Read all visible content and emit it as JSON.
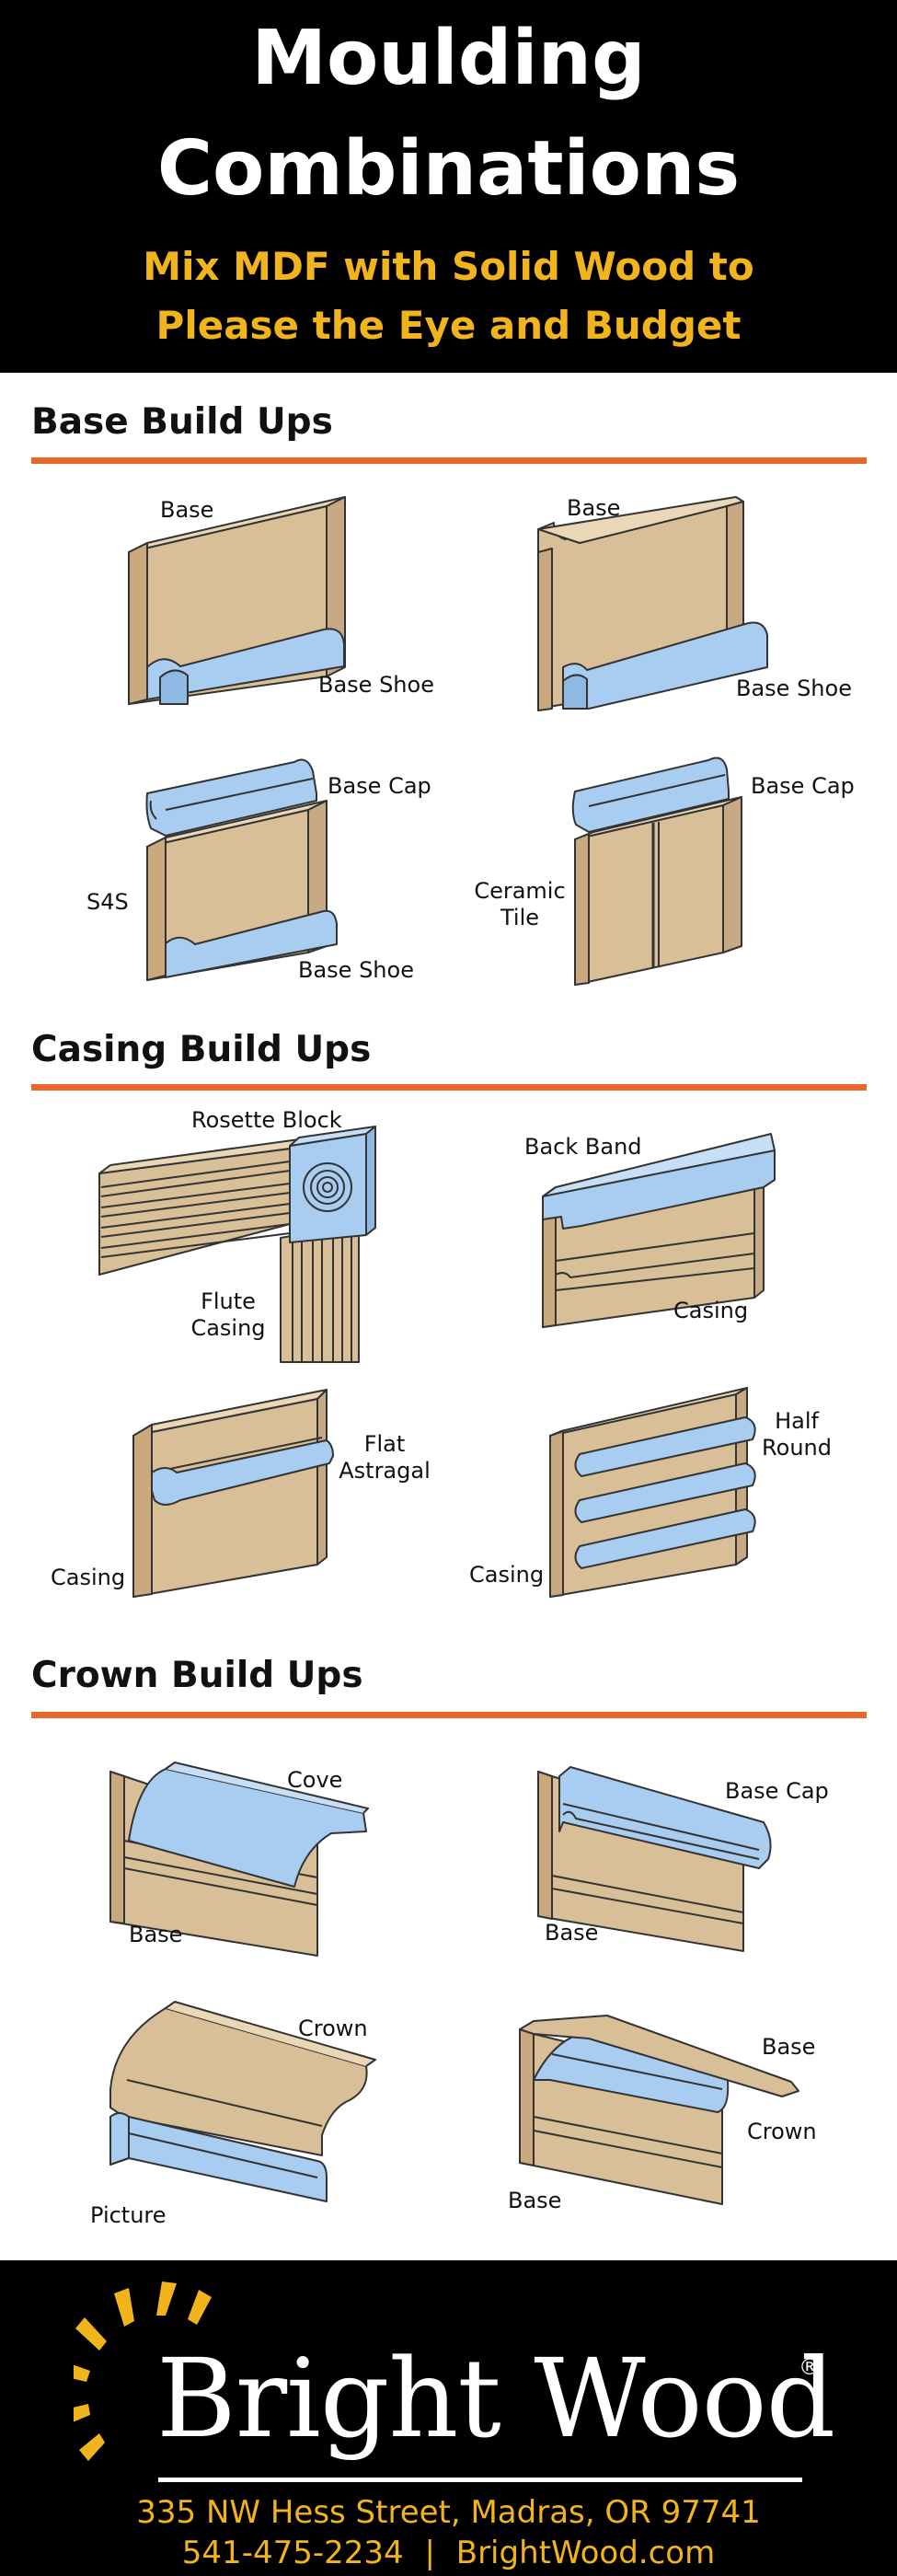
{
  "header": {
    "title_line1": "Moulding",
    "title_line2": "Combinations",
    "subtitle_line1": "Mix MDF with Solid Wood to",
    "subtitle_line2": "Please the Eye and Budget"
  },
  "colors": {
    "header_bg": "#000000",
    "accent_yellow": "#f2b41d",
    "divider_orange": "#e8672b",
    "mdf_tan": "#d9bf98",
    "solid_wood_blue": "#a9cdf1"
  },
  "sections": {
    "base": {
      "heading": "Base Build Ups",
      "items": [
        {
          "labels": {
            "base": "Base",
            "shoe": "Base Shoe"
          }
        },
        {
          "labels": {
            "base": "Base",
            "shoe": "Base Shoe"
          }
        },
        {
          "labels": {
            "cap": "Base Cap",
            "s4s": "S4S",
            "shoe": "Base Shoe"
          }
        },
        {
          "labels": {
            "cap": "Base Cap",
            "tile_1": "Ceramic",
            "tile_2": "Tile"
          }
        }
      ]
    },
    "casing": {
      "heading": "Casing Build Ups",
      "items": [
        {
          "labels": {
            "rosette": "Rosette Block",
            "flute_1": "Flute",
            "flute_2": "Casing"
          }
        },
        {
          "labels": {
            "band": "Back Band",
            "casing": "Casing"
          }
        },
        {
          "labels": {
            "astragal_1": "Flat",
            "astragal_2": "Astragal",
            "casing": "Casing"
          }
        },
        {
          "labels": {
            "half_1": "Half",
            "half_2": "Round",
            "casing": "Casing"
          }
        }
      ]
    },
    "crown": {
      "heading": "Crown Build Ups",
      "items": [
        {
          "labels": {
            "cove": "Cove",
            "base": "Base"
          }
        },
        {
          "labels": {
            "cap": "Base Cap",
            "base": "Base"
          }
        },
        {
          "labels": {
            "crown": "Crown",
            "picture": "Picture"
          }
        },
        {
          "labels": {
            "base_top": "Base",
            "crown": "Crown",
            "base_bottom": "Base"
          }
        }
      ]
    }
  },
  "footer": {
    "brand": "Bright Wood",
    "registered": "®",
    "address": "335 NW Hess Street, Madras, OR 97741",
    "phone": "541-475-2234",
    "separator": "|",
    "website": "BrightWood.com"
  }
}
